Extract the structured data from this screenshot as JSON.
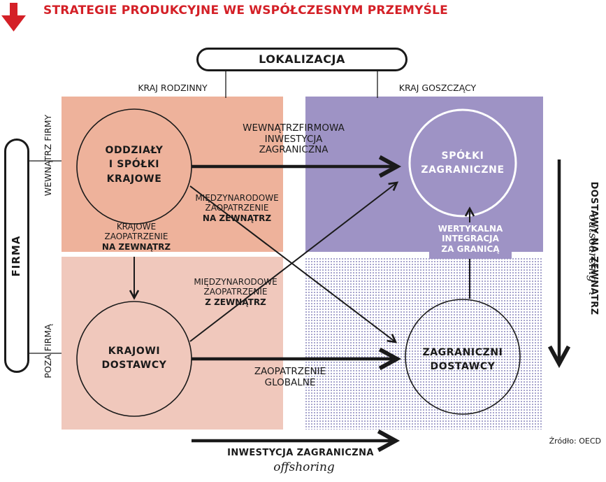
{
  "title": "STRATEGIE PRODUKCYJNE WE WSPÓŁCZESNYM PRZEMYŚLE",
  "axes": {
    "top": {
      "label": "LOKALIZACJA",
      "left_label": "KRAJ RODZINNY",
      "right_label": "KRAJ GOSZCZĄCY"
    },
    "left": {
      "label": "FIRMA",
      "top_label": "WEWNĄTRZ FIRMY",
      "bottom_label": "POZA FIRMĄ"
    },
    "right": {
      "label": "DOSTAWY NA ZEWNĄTRZ",
      "sublabel": "outsourcing"
    },
    "bottom": {
      "label": "INWESTYCJA ZAGRANICZNA",
      "sublabel": "offshoring"
    }
  },
  "nodes": {
    "domestic_branches": [
      "ODDZIAŁY",
      "I SPÓŁKI",
      "KRAJOWE"
    ],
    "foreign_companies": [
      "SPÓŁKI",
      "ZAGRANICZNE"
    ],
    "domestic_suppliers": [
      "KRAJOWI",
      "DOSTAWCY"
    ],
    "foreign_suppliers": [
      "ZAGRANICZNI",
      "DOSTAWCY"
    ]
  },
  "arrows": {
    "intrafirm_investment": [
      "WEWNĄTRZFIRMOWA",
      "INWESTYCJA",
      "ZAGRANICZNA"
    ],
    "international_outsourcing_1": [
      "MIĘDZYNARODOWE",
      "ZAOPATRZENIE",
      "NA ZEWNĄTRZ"
    ],
    "domestic_outsourcing": [
      "KRAJOWE",
      "ZAOPATRZENIE",
      "NA ZEWNĄTRZ"
    ],
    "international_outsourcing_2": [
      "MIĘDZYNARODOWE",
      "ZAOPATRZENIE",
      "Z ZEWNĄTRZ"
    ],
    "vertical_integration": [
      "WERTYKALNA",
      "INTEGRACJA",
      "ZA GRANICĄ"
    ],
    "global_sourcing": [
      "ZAOPATRZENIE",
      "GLOBALNE"
    ]
  },
  "source": "Źródło: OECD",
  "colors": {
    "accent": "#d42027",
    "quad_domestic_firm": "#eeb29b",
    "quad_domestic_outside": "#f0c8bc",
    "quad_foreign_firm": "#9e93c5",
    "quad_foreign_outside_dots": "#8f8cbf",
    "line": "#1a1a1a"
  }
}
